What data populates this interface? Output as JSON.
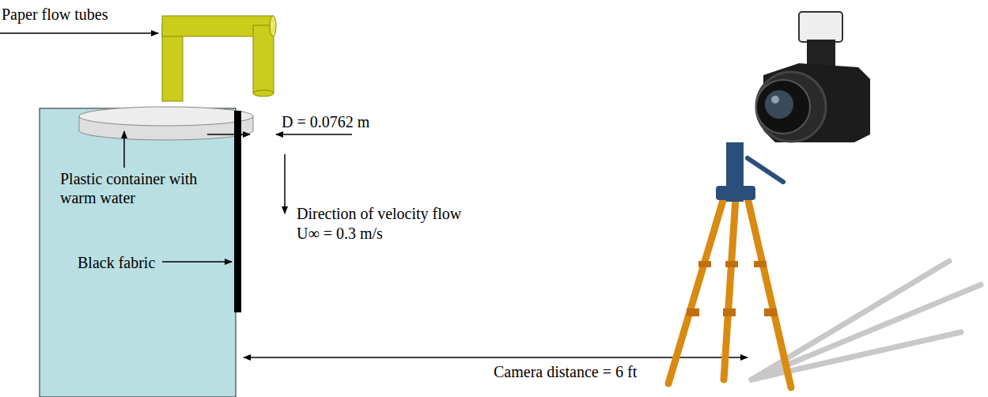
{
  "diagram": {
    "labels": [
      "Paper flow tubes",
      "D = 0.0762 m",
      "Plastic container with warm water",
      "Direction of velocity flow",
      "U∞ = 0.3 m/s",
      "Black fabric",
      "Camera distance = 6 ft"
    ]
  }
}
